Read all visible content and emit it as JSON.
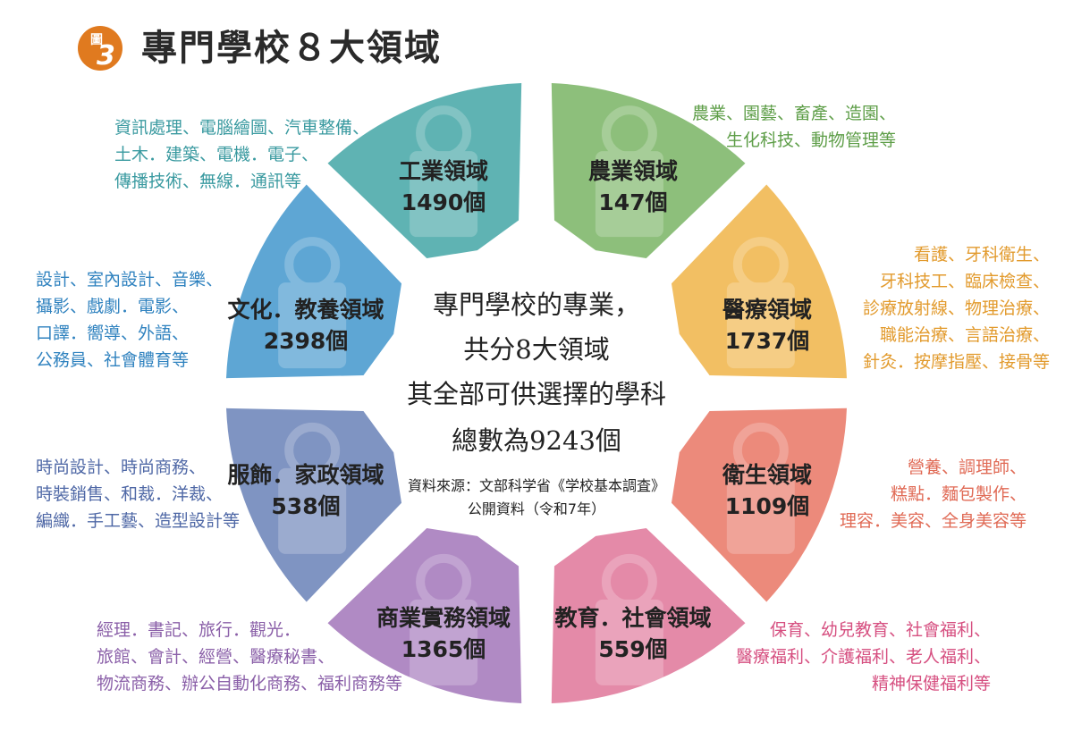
{
  "figure": {
    "badge_char": "圖",
    "badge_number": "3",
    "badge_color": "#e07a1f",
    "title": "專門學校８大領域"
  },
  "center": {
    "lines": [
      "專門學校的專業，",
      "共分8大領域",
      "其全部可供選擇的學科",
      "總數為9243個"
    ],
    "source_line1": "資料來源：文部科学省《学校基本調査》",
    "source_line2": "公開資料（令和7年）"
  },
  "domains": [
    {
      "id": "industry",
      "name": "工業領域",
      "count": "1490個",
      "color": "#5fb3b3",
      "icon": "building-icon",
      "desc": [
        "資訊處理、電腦繪圖、汽車整備、",
        "土木．建築、電機．電子、",
        "傳播技術、無線．通訊等"
      ],
      "desc_color": "#3a9aa0"
    },
    {
      "id": "agriculture",
      "name": "農業領域",
      "count": "147個",
      "color": "#8dbf7b",
      "icon": "plant-icon",
      "desc": [
        "農業、園藝、畜產、造園、",
        "生化科技、動物管理等"
      ],
      "desc_color": "#5e9e48"
    },
    {
      "id": "medical",
      "name": "醫療領域",
      "count": "1737個",
      "color": "#f2bf63",
      "icon": "stethoscope-icon",
      "desc": [
        "看護、牙科衛生、",
        "牙科技工、臨床檢查、",
        "診療放射線、物理治療、",
        "職能治療、言語治療、",
        "針灸．按摩指壓、接骨等"
      ],
      "desc_color": "#e29a2c"
    },
    {
      "id": "health",
      "name": "衛生領域",
      "count": "1109個",
      "color": "#ec8a7b",
      "icon": "scissors-icon",
      "desc": [
        "營養、調理師、",
        "糕點．麵包製作、",
        "理容．美容、全身美容等"
      ],
      "desc_color": "#e06a55"
    },
    {
      "id": "education",
      "name": "教育．社會領域",
      "count": "559個",
      "color": "#e48aa8",
      "icon": "book-icon",
      "desc": [
        "保育、幼兒教育、社會福利、",
        "醫療福利、介護福利、老人福利、",
        "精神保健福利等"
      ],
      "desc_color": "#d64f80"
    },
    {
      "id": "business",
      "name": "商業實務領域",
      "count": "1365個",
      "color": "#b08ac4",
      "icon": "calculator-icon",
      "desc": [
        "經理．書記、旅行．觀光．",
        "旅館、會計、經營、醫療秘書、",
        "物流商務、辦公自動化商務、福利商務等"
      ],
      "desc_color": "#8a5fa8"
    },
    {
      "id": "fashion",
      "name": "服飾．家政領域",
      "count": "538個",
      "color": "#7f94c2",
      "icon": "mannequin-icon",
      "desc": [
        "時尚設計、時尚商務、",
        "時裝銷售、和裁．洋裁、",
        "編織．手工藝、造型設計等"
      ],
      "desc_color": "#4f68a6"
    },
    {
      "id": "culture",
      "name": "文化．教養領域",
      "count": "2398個",
      "color": "#5ea6d4",
      "icon": "pencil-icon",
      "desc": [
        "設計、室內設計、音樂、",
        "攝影、戲劇．電影、",
        "口譯．嚮導、外語、",
        "公務員、社會體育等"
      ],
      "desc_color": "#2f82bf"
    }
  ]
}
